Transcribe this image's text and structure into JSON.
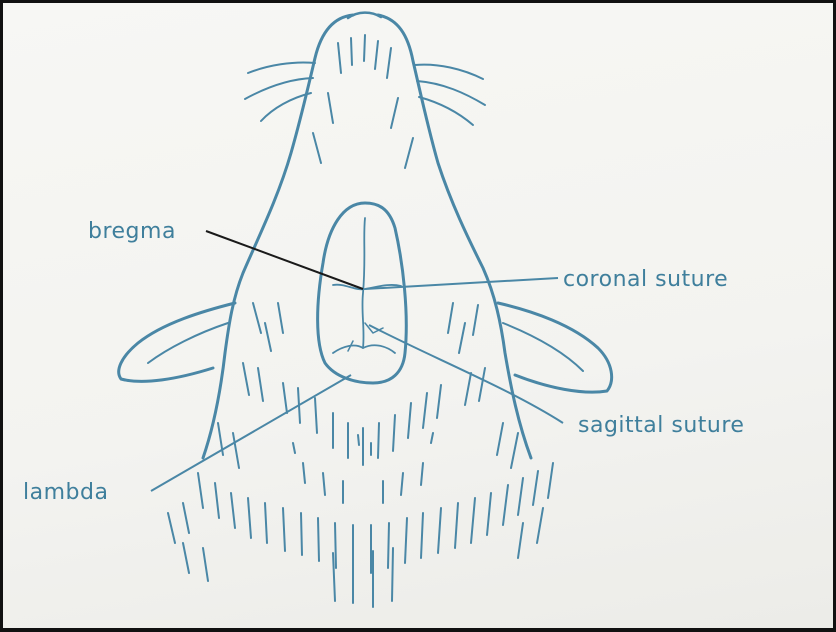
{
  "labels": {
    "bregma": "bregma",
    "coronal_suture": "coronal suture",
    "sagittal_suture": "sagittal suture",
    "lambda": "lambda"
  },
  "colors": {
    "ink": "#4a87a6",
    "label": "#3f7f9c",
    "bregma_leader": "#1a1a1a",
    "background": "#f5f5f2"
  }
}
